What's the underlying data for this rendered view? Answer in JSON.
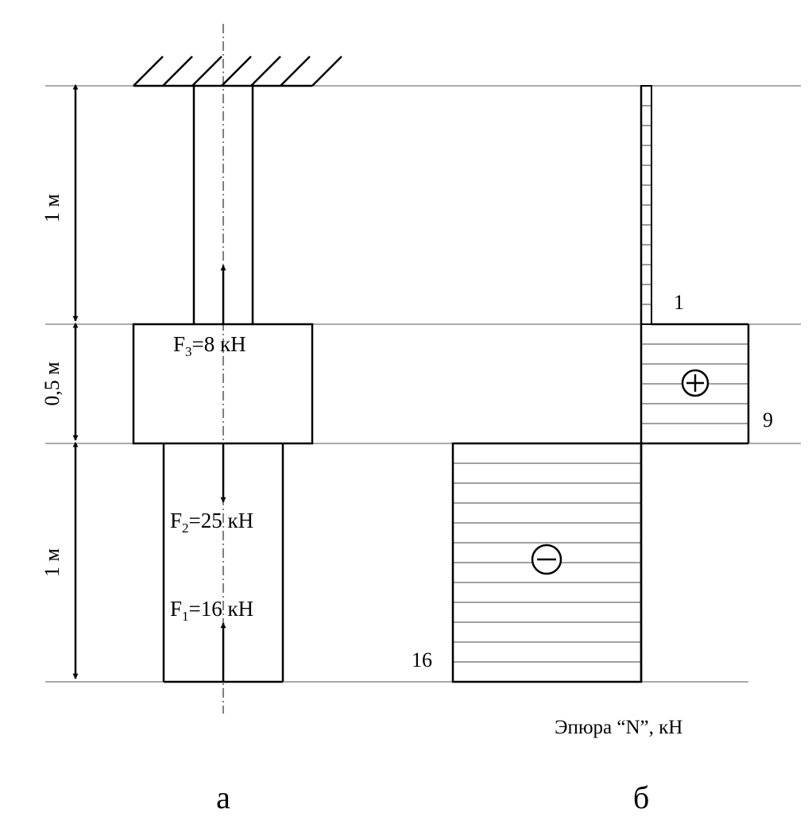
{
  "part_a": {
    "label": "а",
    "dimensions": [
      "1 м",
      "0,5 м",
      "1 м"
    ],
    "forces": [
      {
        "name": "F",
        "sub": "3",
        "value": "=8 кН"
      },
      {
        "name": "F",
        "sub": "2",
        "value": "=25 кН"
      },
      {
        "name": "F",
        "sub": "1",
        "value": "=16 кН"
      }
    ]
  },
  "part_b": {
    "label": "б",
    "caption": "Эпюра “N”, кН",
    "values": [
      "1",
      "9",
      "16"
    ],
    "signs": [
      "+",
      "−"
    ]
  }
}
